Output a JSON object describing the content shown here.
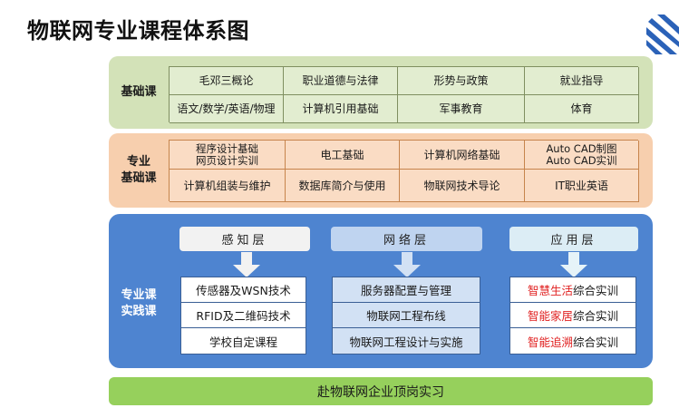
{
  "title": "物联网专业课程体系图",
  "colors": {
    "basic_band": "#d3e2b8",
    "pro_band": "#f7cfae",
    "practice_band": "#4e84d0",
    "intern_band": "#96d05c",
    "highlight_red": "#e02020"
  },
  "basic": {
    "label": "基础课",
    "cells": [
      "毛邓三概论",
      "职业道德与法律",
      "形势与政策",
      "就业指导",
      "语文/数学/英语/物理",
      "计算机引用基础",
      "军事教育",
      "体育"
    ]
  },
  "professional": {
    "label_line1": "专业",
    "label_line2": "基础课",
    "cell0_line1": "程序设计基础",
    "cell0_line2": "网页设计实训",
    "cell1": "电工基础",
    "cell2": "计算机网络基础",
    "cell3_line1": "Auto CAD制图",
    "cell3_line2": "Auto CAD实训",
    "cell4": "计算机组装与维护",
    "cell5": "数据库简介与使用",
    "cell6": "物联网技术导论",
    "cell7": "IT职业英语"
  },
  "practice": {
    "label_line1": "专业课",
    "label_line2": "实践课",
    "sense": {
      "head": "感知层",
      "items": [
        "传感器及WSN技术",
        "RFID及二维码技术",
        "学校自定课程"
      ]
    },
    "network": {
      "head": "网络层",
      "items": [
        "服务器配置与管理",
        "物联网工程布线",
        "物联网工程设计与实施"
      ]
    },
    "application": {
      "head": "应用层",
      "items": [
        {
          "red": "智慧生活",
          "rest": "综合实训"
        },
        {
          "red": "智能家居",
          "rest": "综合实训"
        },
        {
          "red": "智能追溯",
          "rest": "综合实训"
        }
      ]
    }
  },
  "internship": "赴物联网企业顶岗实习",
  "icons": {
    "logo": "stacked-diagonal-logo-icon",
    "arrow": "down-arrow-icon"
  }
}
